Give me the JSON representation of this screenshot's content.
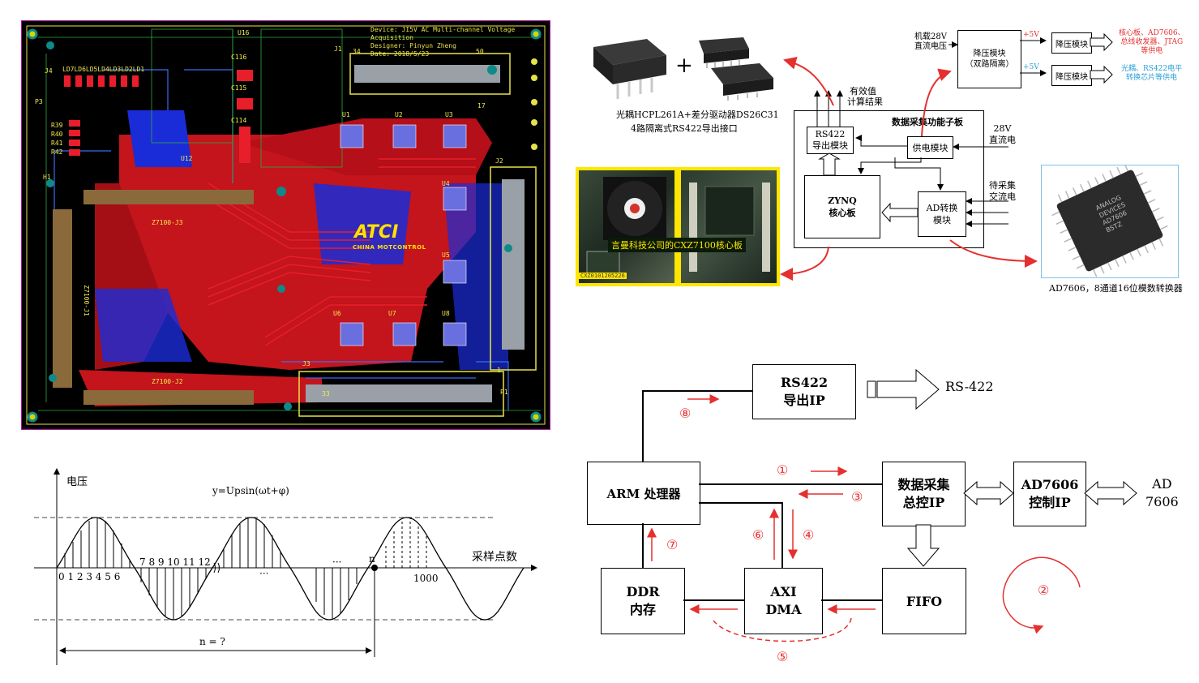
{
  "pcb": {
    "title_line1": "Device: JI5V AC Multi-channel Voltage Acquisition",
    "title_line2": "Designer: Pinyun Zheng",
    "title_line3": "Date: 2018/5/23",
    "logo_text": "ATCI",
    "logo_sub": "CHINA MOTCONTROL",
    "labels": {
      "j4": "J4",
      "ld": "LD7LD6LD5LD4LD3LD2LD1",
      "p3": "P3",
      "r39": "R39",
      "r40": "R40",
      "r41": "R41",
      "r42": "R42",
      "h1": "H1",
      "u16": "U16",
      "c116": "C116",
      "c115": "C115",
      "c114": "C114",
      "u12": "U12",
      "j1": "J1",
      "j3": "J3",
      "j2": "J2",
      "u1": "U1",
      "u2": "U2",
      "u3": "U3",
      "u4": "U4",
      "u5": "U5",
      "u6": "U6",
      "u7": "U7",
      "u8": "U8",
      "z7100_3": "Z7100-J3",
      "z7100_2": "Z7100-J2",
      "z7100_1": "Z7100-J1",
      "p1": "P1",
      "n34": "34",
      "n50": "50",
      "n17": "17",
      "n33": "33",
      "n1": "1"
    }
  },
  "top_right": {
    "optocoupler_caption": "光耦HCPL261A+差分驱动器DS26C31",
    "interface_caption": "4路隔离式RS422导出接口",
    "plus": "+",
    "effective_value": "有效值",
    "calc_result": "计算结果",
    "board_title": "数据采集功能子板",
    "rs422_module": "RS422\n导出模块",
    "power_module": "供电模块",
    "zynq_core": "ZYNQ\n核心板",
    "ad_module": "AD转换\n模块",
    "dc28_label": "28V\n直流电",
    "ac_label": "待采集\n交流电",
    "vehicle_label": "机载28V\n直流电压",
    "buck_dual": "降压模块\n（双路隔离）",
    "plus5v": "+5V",
    "plus5v_2": "+5V",
    "buck1": "降压模块",
    "buck2": "降压模块",
    "supply_red": "核心板、AD7606、\n总线收发器、JTAG\n等供电",
    "supply_blue": "光耦、RS422电平\n转换芯片等供电",
    "core_board_caption": "言曼科技公司的CXZ7100核心板",
    "core_board_code": "CXZ0101205226",
    "chip_text": "ANALOG\nDEVICES\nAD7606\nBSTZ",
    "ad7606_caption": "AD7606，8通道16位模数转换器"
  },
  "waveform": {
    "y_axis_label": "电压",
    "formula": "y=Upsin(ωt+φ)",
    "x_axis_label": "采样点数",
    "ticks_a": "0 1 2 3 4 5 6",
    "ticks_b": "7 8 9 10 11 12",
    "dots1": "···",
    "dots2": "···",
    "n_label": "n",
    "val_1000": "1000",
    "n_question": "n = ?"
  },
  "dataflow": {
    "rs422_ip": "RS422\n导出IP",
    "rs422_out": "RS-422",
    "arm": "ARM 处理器",
    "daq_ip": "数据采集\n总控IP",
    "ad7606_ctrl": "AD7606\n控制IP",
    "ad7606_out": "AD\n7606",
    "ddr": "DDR\n内存",
    "axi_dma": "AXI\nDMA",
    "fifo": "FIFO",
    "step1": "①",
    "step2": "②",
    "step3": "③",
    "step4": "④",
    "step5": "⑤",
    "step6": "⑥",
    "step7": "⑦",
    "step8": "⑧"
  }
}
